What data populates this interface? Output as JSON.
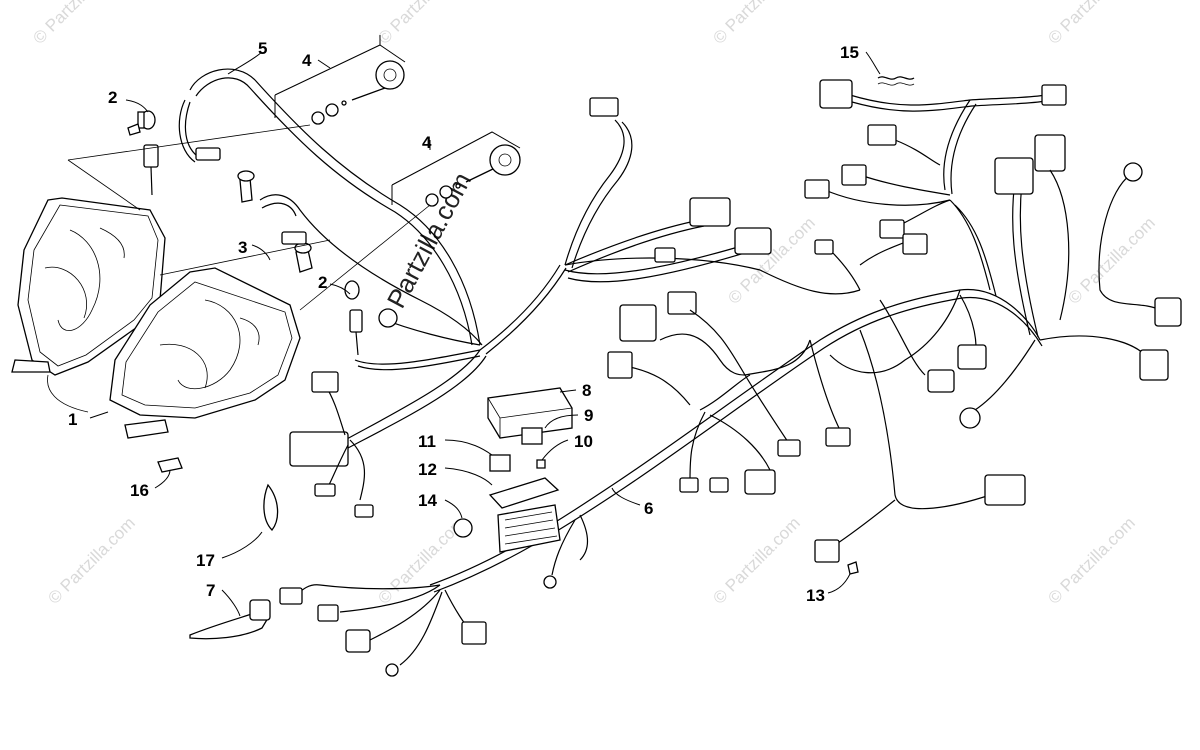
{
  "watermark": {
    "repeat_text": "© Partzilla.com",
    "center_text": "Partzilla.com"
  },
  "callouts": [
    {
      "id": "c1",
      "number": "1"
    },
    {
      "id": "c2a",
      "number": "2"
    },
    {
      "id": "c2b",
      "number": "2"
    },
    {
      "id": "c3",
      "number": "3"
    },
    {
      "id": "c4a",
      "number": "4"
    },
    {
      "id": "c4b",
      "number": "4"
    },
    {
      "id": "c5",
      "number": "5"
    },
    {
      "id": "c6",
      "number": "6"
    },
    {
      "id": "c7",
      "number": "7"
    },
    {
      "id": "c8",
      "number": "8"
    },
    {
      "id": "c9",
      "number": "9"
    },
    {
      "id": "c10",
      "number": "10"
    },
    {
      "id": "c11",
      "number": "11"
    },
    {
      "id": "c12",
      "number": "12"
    },
    {
      "id": "c13",
      "number": "13"
    },
    {
      "id": "c14",
      "number": "14"
    },
    {
      "id": "c15",
      "number": "15"
    },
    {
      "id": "c16",
      "number": "16"
    },
    {
      "id": "c17",
      "number": "17"
    }
  ]
}
